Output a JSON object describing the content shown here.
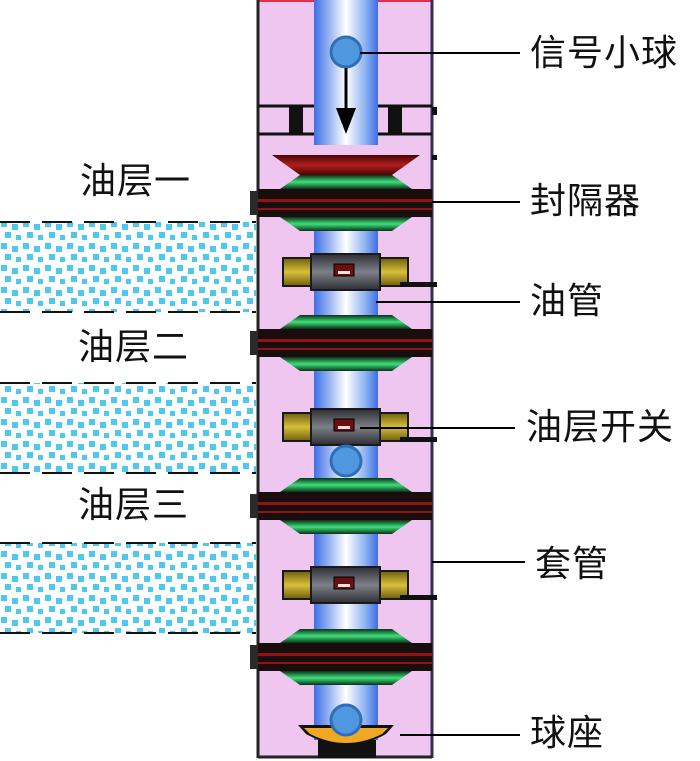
{
  "diagram": {
    "layers": [
      {
        "label": "油层一"
      },
      {
        "label": "油层二"
      },
      {
        "label": "油层三"
      }
    ],
    "callouts": [
      {
        "label": "信号小球"
      },
      {
        "label": "封隔器"
      },
      {
        "label": "油管"
      },
      {
        "label": "油层开关"
      },
      {
        "label": "套管"
      },
      {
        "label": "球座"
      }
    ],
    "colors": {
      "casing_fill": "#efc6ef",
      "tubing": "#6f9cf0",
      "ball": "#4f97df",
      "packer_green": "#27c45a",
      "packer_band": "#1a0d0d",
      "cup_red": "#8f1414",
      "switch_yellow": "#c0a72a",
      "seat_orange": "#f0a824",
      "formation_blue": "#4ec8ee"
    }
  }
}
